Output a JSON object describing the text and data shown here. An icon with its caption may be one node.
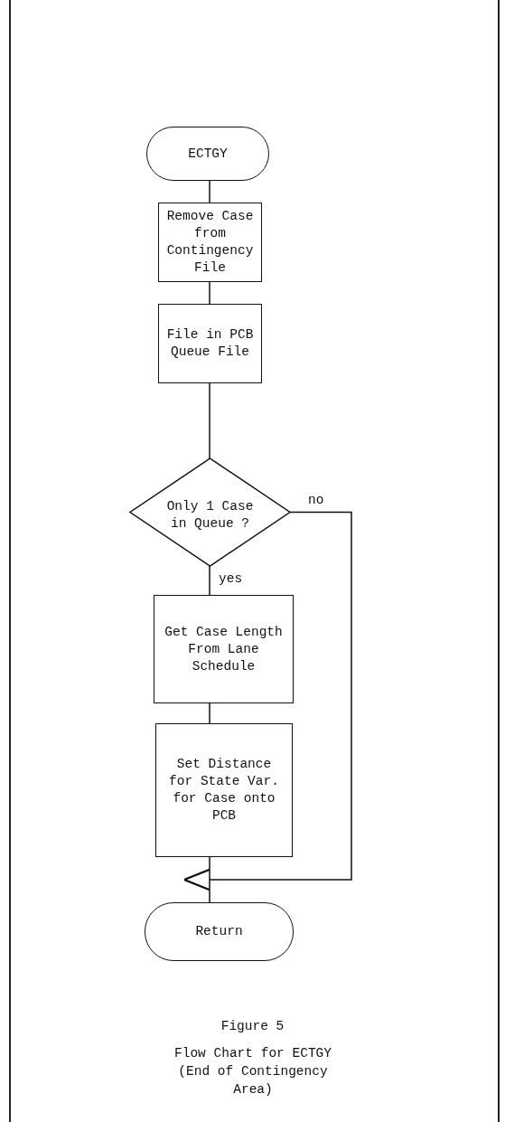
{
  "diagram": {
    "caption": "Flow Chart for ECTGY (End of Contingency Area)",
    "nodes": [
      {
        "text": [
          "ECTGY"
        ]
      },
      {
        "text": [
          "Remove Case from Contingency File"
        ]
      },
      {
        "text": [
          "File in PCB Queue File"
        ]
      },
      {
        "text": [
          "Only 1 Case in Queue ?"
        ]
      },
      {
        "text": [
          "Get Case Length From Lane Schedule"
        ]
      },
      {
        "text": [
          "Set Distance for State Var. for Case onto PCB"
        ]
      },
      {
        "text": [
          "Return"
        ]
      }
    ],
    "edges": [
      {
        "from": 0,
        "to": 1,
        "arrow": "none"
      },
      {
        "from": 1,
        "to": 2,
        "arrow": "none"
      },
      {
        "from": 2,
        "to": 3,
        "arrow": "none"
      },
      {
        "from": 3,
        "to": 4,
        "arrow": "none",
        "label": "yes"
      },
      {
        "from": 4,
        "to": 5,
        "arrow": "none"
      },
      {
        "from": 5,
        "to": 6,
        "arrow": "none"
      },
      {
        "from": 3,
        "to": 6,
        "arrow": "to",
        "label": "no"
      }
    ],
    "labels": [
      "Figure 5"
    ]
  }
}
